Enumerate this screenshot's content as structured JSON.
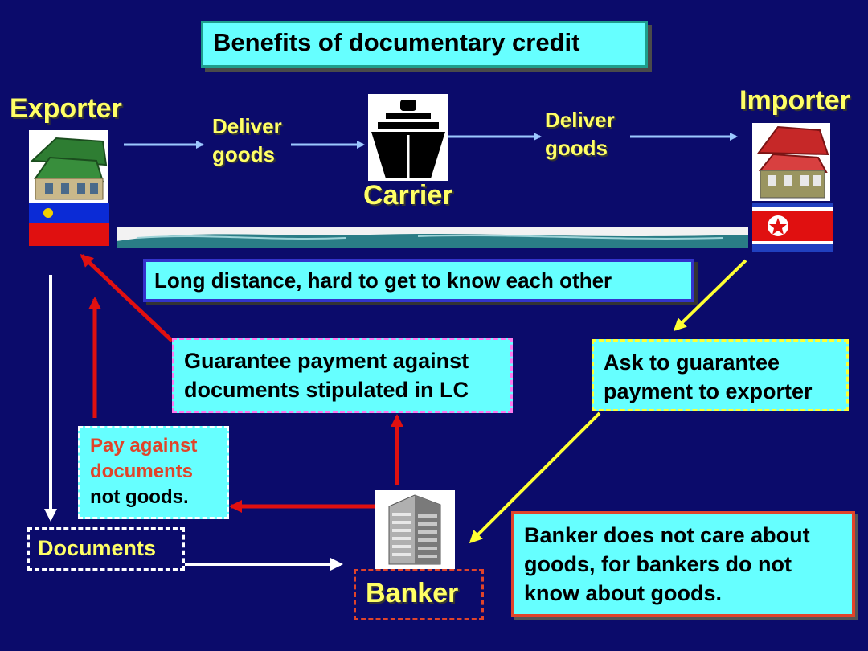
{
  "title": "Benefits of documentary credit",
  "actors": {
    "exporter": "Exporter",
    "importer": "Importer",
    "carrier": "Carrier",
    "banker": "Banker"
  },
  "steps": {
    "deliver_1": [
      "Deliver",
      "goods"
    ],
    "deliver_2": [
      "Deliver",
      "goods"
    ]
  },
  "notes": {
    "long_distance": "Long distance, hard to get to know each other",
    "guarantee": [
      "Guarantee payment against",
      "documents stipulated in LC"
    ],
    "ask": [
      "Ask to guarantee",
      "payment to exporter"
    ],
    "pay": [
      "Pay against",
      "documents",
      "not goods."
    ],
    "banker_note": [
      "Banker does not care about",
      "goods, for bankers do not",
      "know about goods."
    ],
    "documents": "Documents"
  },
  "colors": {
    "background": "#0b0b6b",
    "box_fill": "#66ffff",
    "label_yellow": "#ffff66",
    "arrow_red": "#e01010",
    "arrow_yellow": "#ffff33",
    "arrow_blue": "#9cc8ff"
  },
  "icons": [
    "house-icon",
    "ship-icon",
    "office-building-icon",
    "flag-icon",
    "wave-icon"
  ]
}
